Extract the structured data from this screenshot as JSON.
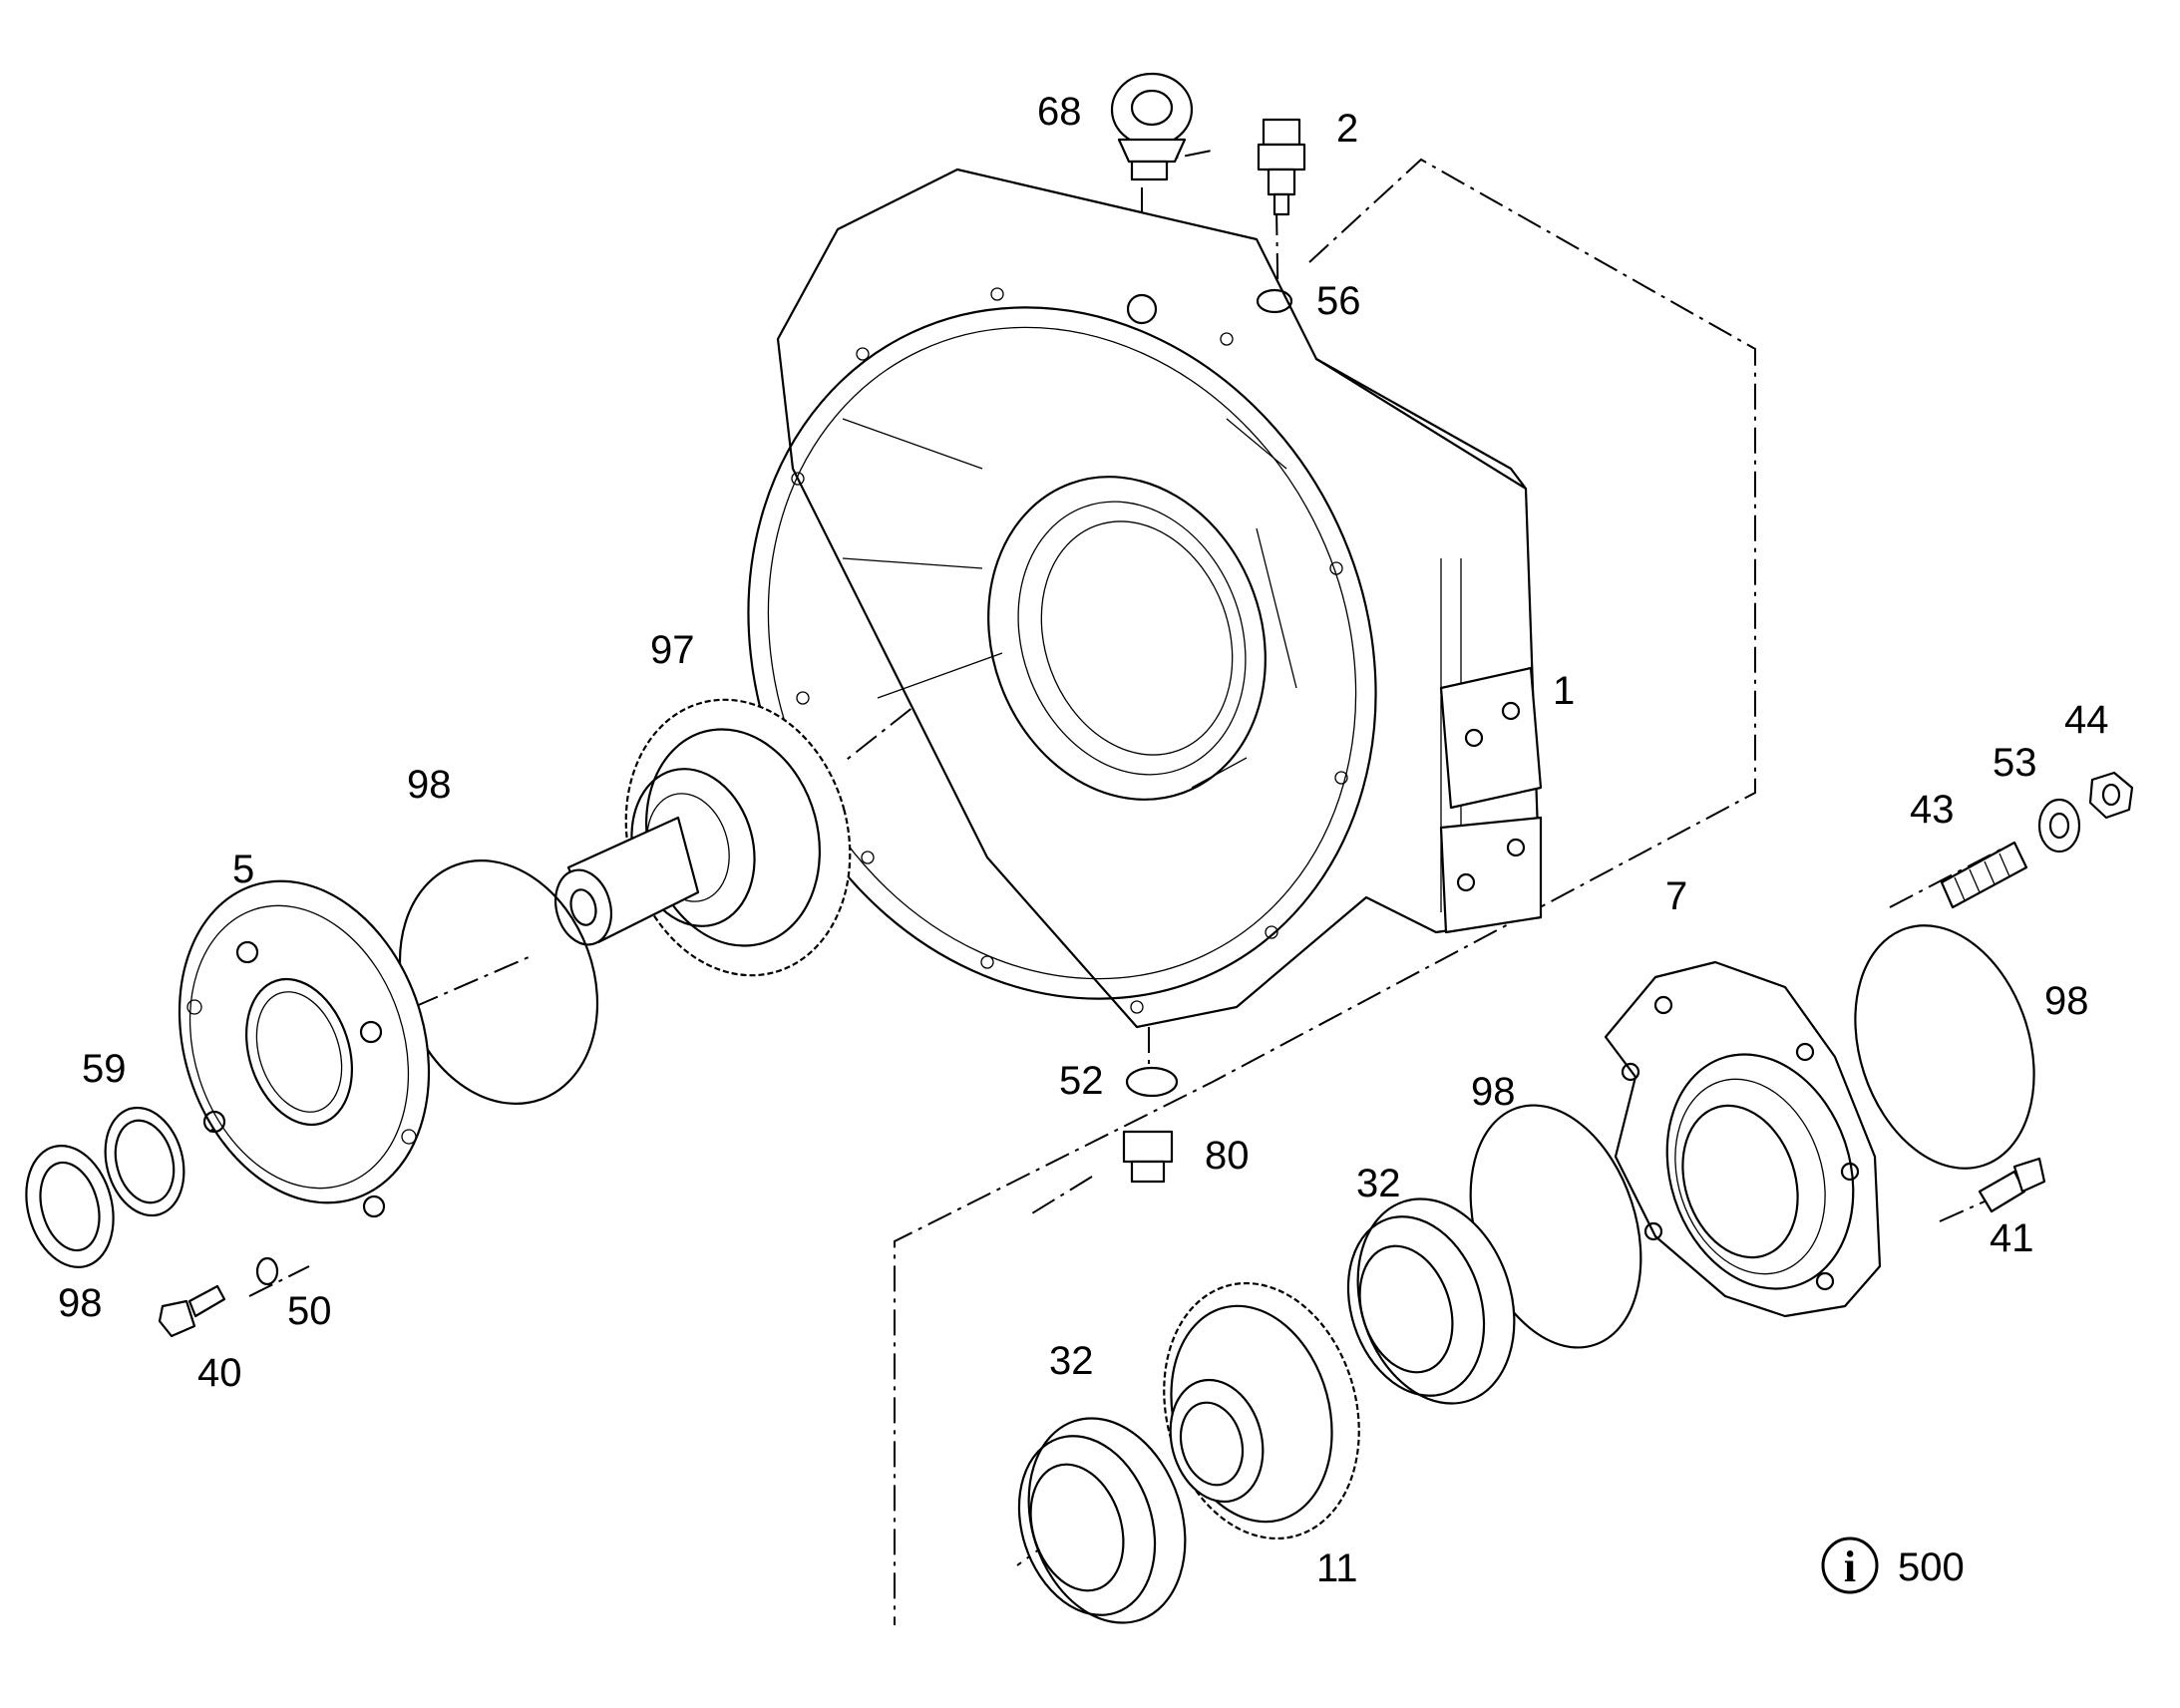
{
  "callouts": {
    "c68": "68",
    "c2": "2",
    "c56": "56",
    "c97": "97",
    "c1": "1",
    "c98a": "98",
    "c5": "5",
    "c59": "59",
    "c98b": "98",
    "c40": "40",
    "c50": "50",
    "c52": "52",
    "c80": "80",
    "c44": "44",
    "c53": "53",
    "c43": "43",
    "c7": "7",
    "c98c": "98",
    "c98d": "98",
    "c32a": "32",
    "c32b": "32",
    "c41": "41",
    "c11": "11"
  },
  "info": {
    "icon": "info-icon",
    "symbol": "i",
    "number": "500"
  }
}
